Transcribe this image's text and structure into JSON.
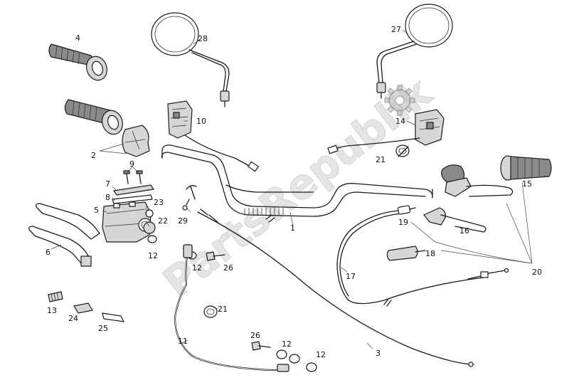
{
  "watermark": "PartsRepublik",
  "labels": {
    "l1": "1",
    "l2": "2",
    "l3": "3",
    "l4": "4",
    "l5": "5",
    "l6": "6",
    "l7": "7",
    "l8": "8",
    "l9": "9",
    "l10": "10",
    "l11": "11",
    "l12a": "12",
    "l12b": "12",
    "l12c": "12",
    "l12d": "12",
    "l13": "13",
    "l14": "14",
    "l15": "15",
    "l16": "16",
    "l17": "17",
    "l18": "18",
    "l19": "19",
    "l20": "20",
    "l21a": "21",
    "l21b": "21",
    "l22": "22",
    "l23": "23",
    "l24": "24",
    "l25": "25",
    "l26a": "26",
    "l26b": "26",
    "l27": "27",
    "l28": "28",
    "l29": "29"
  },
  "icons": {
    "watermark_logo": "gear-icon"
  }
}
